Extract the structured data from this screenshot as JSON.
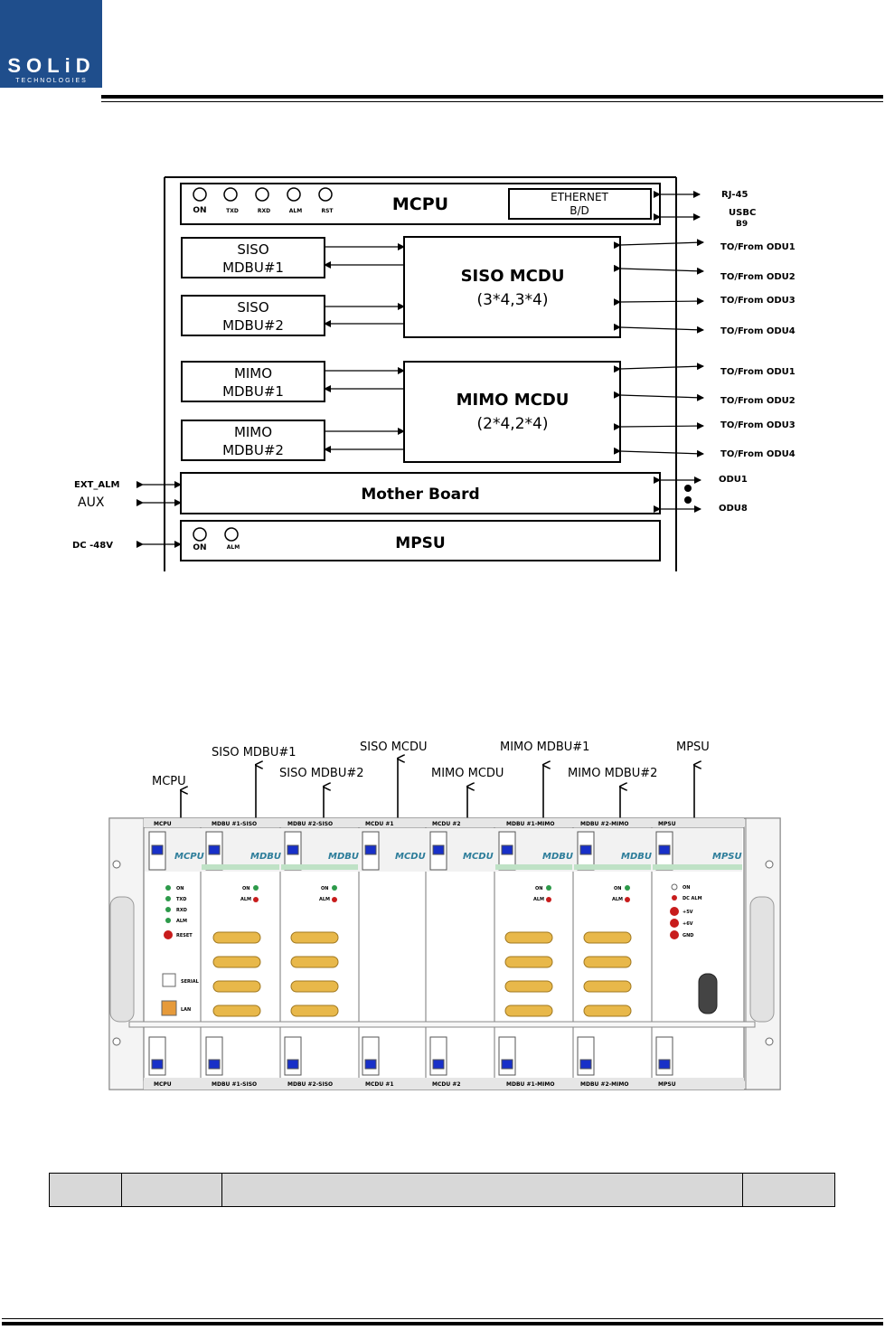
{
  "logo": {
    "name": "SOLiD",
    "tagline": "TECHNOLOGIES"
  },
  "block_diagram": {
    "mcpu": {
      "title": "MCPU",
      "leds": [
        "ON",
        "TXD",
        "RXD",
        "ALM",
        "RST"
      ],
      "ethernet": [
        "ETHERNET",
        "B/D"
      ]
    },
    "modules": [
      {
        "id": "siso-mdbu-1",
        "lines": [
          "SISO",
          "MDBU#1"
        ]
      },
      {
        "id": "siso-mdbu-2",
        "lines": [
          "SISO",
          "MDBU#2"
        ]
      },
      {
        "id": "mimo-mdbu-1",
        "lines": [
          "MIMO",
          "MDBU#1"
        ]
      },
      {
        "id": "mimo-mdbu-2",
        "lines": [
          "MIMO",
          "MDBU#2"
        ]
      }
    ],
    "siso_mcdu": [
      "SISO MCDU",
      "(3*4,3*4)"
    ],
    "mimo_mcdu": [
      "MIMO MCDU",
      "(2*4,2*4)"
    ],
    "mother_board": "Mother Board",
    "mpsu": {
      "title": "MPSU",
      "leds": [
        "ON",
        "ALM"
      ]
    },
    "right_labels": [
      "RJ-45",
      "USBC",
      "B9"
    ],
    "odu_labels": [
      "TO/From ODU1",
      "TO/From ODU2",
      "TO/From ODU3",
      "TO/From ODU4"
    ],
    "odu_range": [
      "ODU1",
      "ODU8"
    ],
    "left_labels": [
      "EXT_ALM",
      "AUX",
      "DC -48V"
    ]
  },
  "rack": {
    "callouts": [
      "MCPU",
      "SISO MDBU#1",
      "SISO MDBU#2",
      "SISO  MCDU",
      "MIMO MCDU",
      "MIMO MDBU#1",
      "MIMO MDBU#2",
      "MPSU"
    ],
    "module_labels": [
      "MCPU",
      "MDBU",
      "MDBU",
      "MCDU",
      "MCDU",
      "MDBU",
      "MDBU",
      "MPSU"
    ],
    "slot_labels": [
      "MCPU",
      "MDBU #1-SISO",
      "MDBU #2-SISO",
      "MCDU #1",
      "MCDU #2",
      "MDBU #1-MIMO",
      "MDBU #2-MIMO",
      "MPSU"
    ],
    "mcpu_leds": [
      "ON",
      "TXD",
      "RXD",
      "ALM",
      "RESET"
    ],
    "mcpu_ports": [
      "SERIAL",
      "LAN"
    ],
    "mdbu_leds": [
      "ON",
      "ALM"
    ],
    "mpsu_leds": [
      "ON",
      "DC ALM",
      "+5V",
      "+6V",
      "GND"
    ]
  },
  "table": {
    "headers": [
      "",
      "",
      "",
      ""
    ]
  },
  "colors": {
    "logo_bg": "#1f4e8c",
    "panel_blue": "#1830c8",
    "panel_green": "#2d9a4a",
    "led_red": "#c81c1c",
    "rack_gray": "#d9d9d9"
  }
}
